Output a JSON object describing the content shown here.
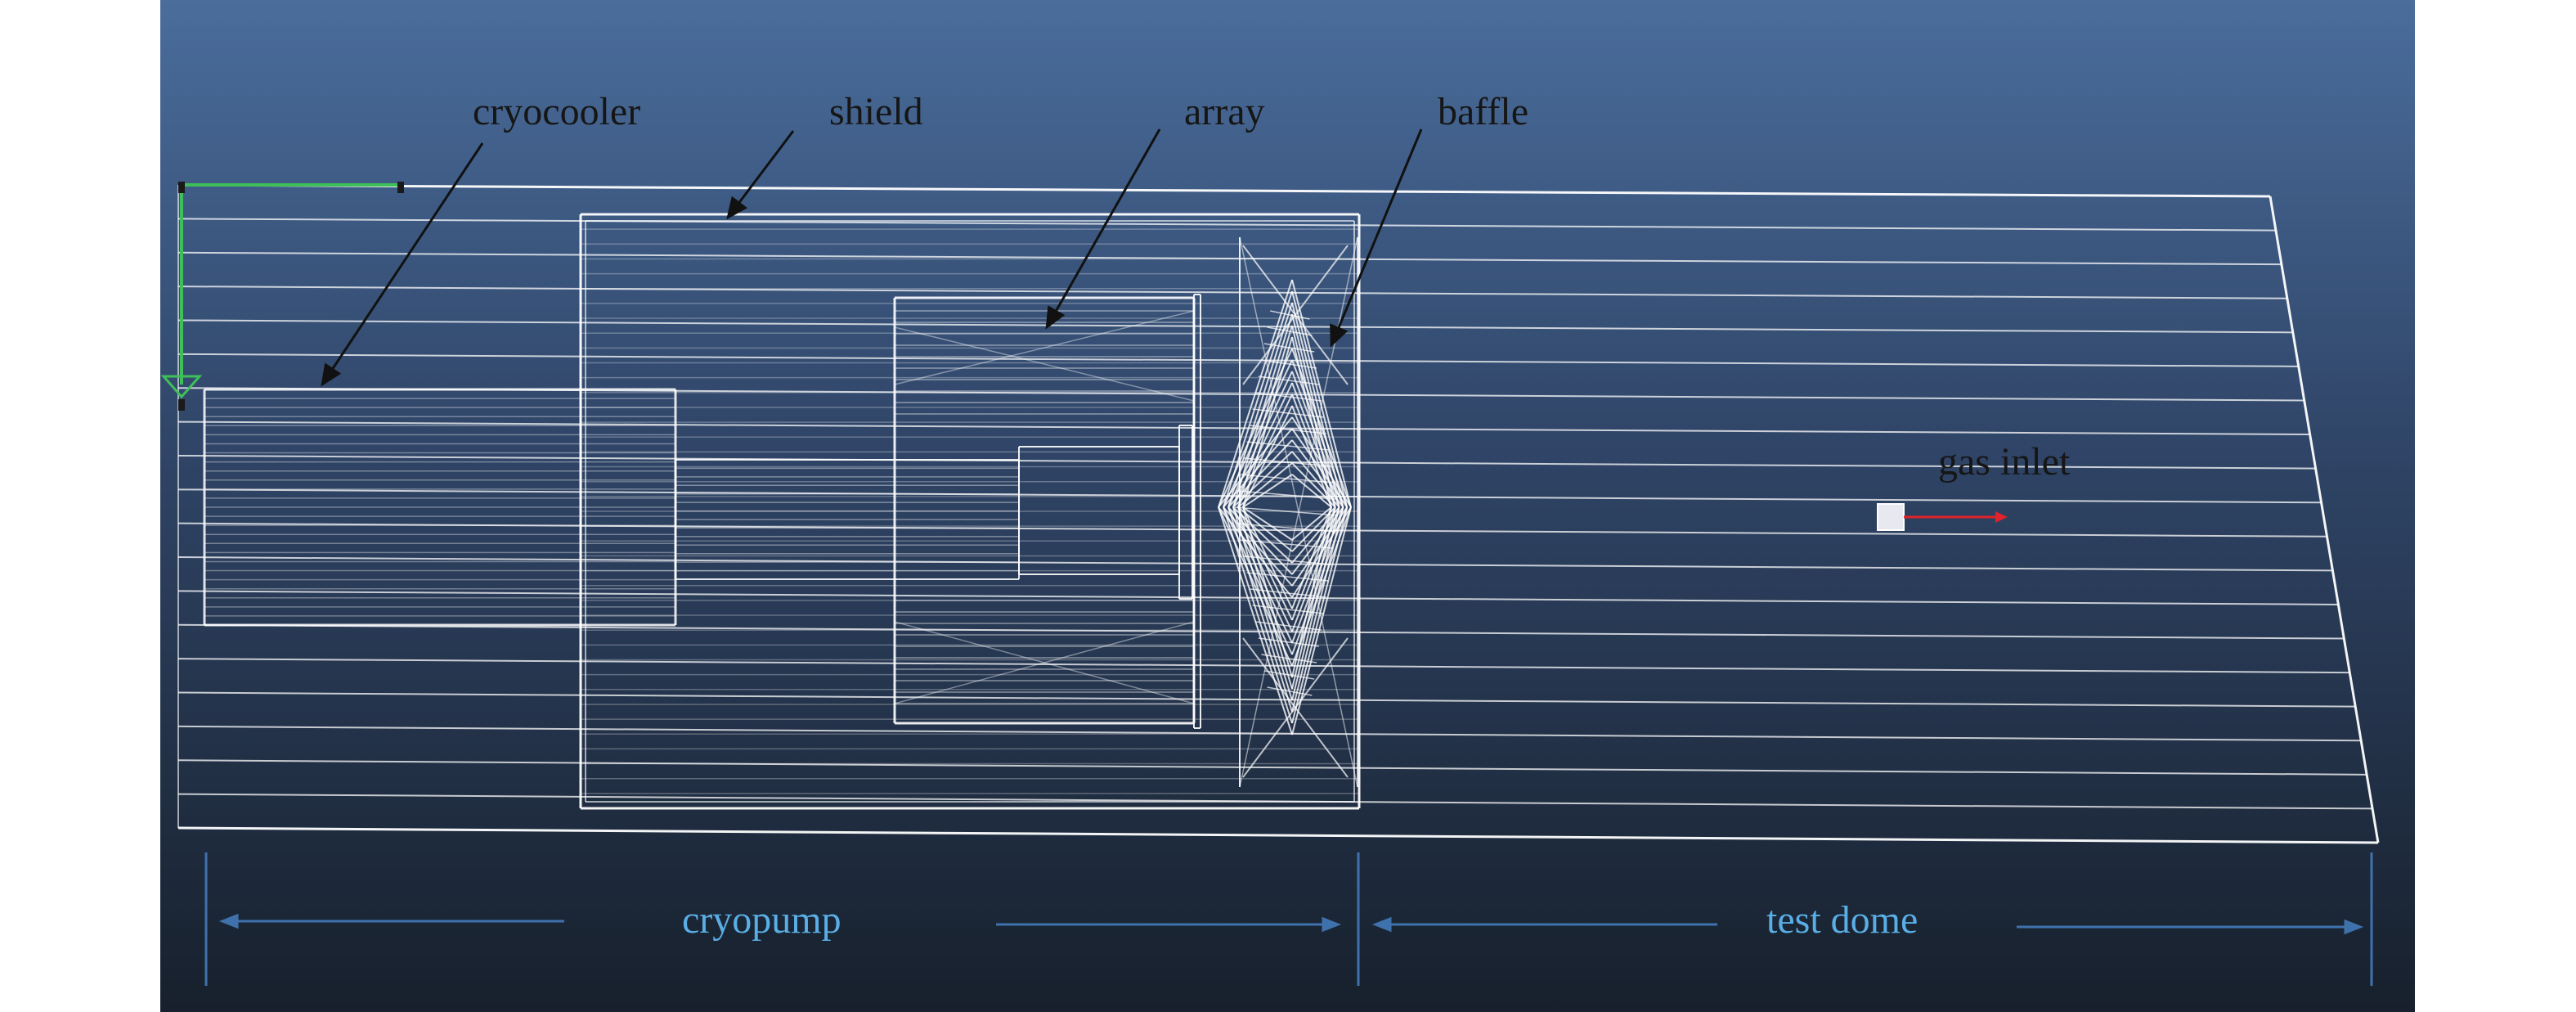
{
  "labels": {
    "cryocooler": "cryocooler",
    "shield": "shield",
    "array": "array",
    "baffle": "baffle",
    "gas_inlet": "gas inlet",
    "cryopump": "cryopump",
    "test_dome": "test dome"
  },
  "colors": {
    "background_top": "#4a6d9c",
    "background_bottom": "#18202d",
    "wireframe": "#ffffff",
    "dimension_line": "#3f72ad",
    "dimension_text": "#5aaee6",
    "callout_text": "#161616",
    "inlet_arrow": "#e0222a",
    "axis_triad": "#3fbf5a"
  }
}
